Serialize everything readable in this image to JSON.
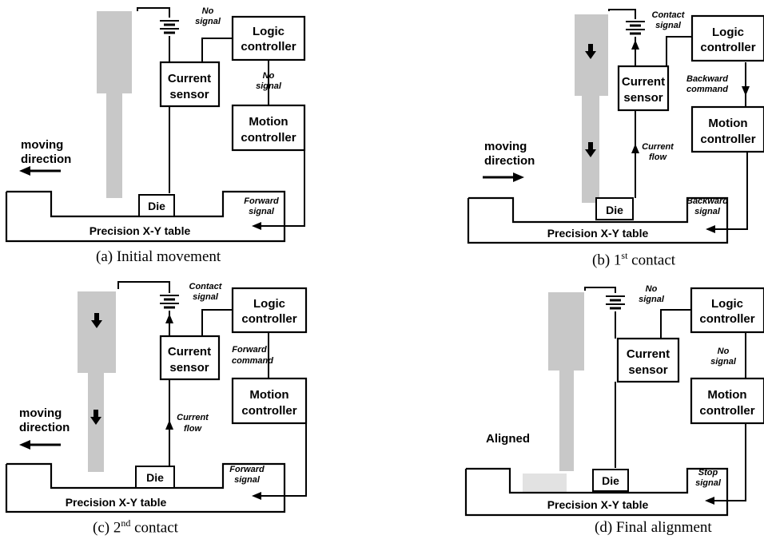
{
  "colors": {
    "probe": "#c8c8c8",
    "probe_dark": "#b4b4b4",
    "line": "#000000"
  },
  "common": {
    "current_sensor": [
      "Current",
      "sensor"
    ],
    "logic_controller": [
      "Logic",
      "controller"
    ],
    "motion_controller": [
      "Motion",
      "controller"
    ],
    "die": "Die",
    "table": "Precision X-Y table"
  },
  "panels": {
    "a": {
      "caption_label": "(a)",
      "caption_text": "Initial movement",
      "top_signal": [
        "No",
        "signal"
      ],
      "mid_signal": [
        "No",
        "signal"
      ],
      "bottom_signal": [
        "Forward",
        "signal"
      ],
      "moving": [
        "moving",
        "direction"
      ],
      "arrow": "left"
    },
    "b": {
      "caption_label": "(b)",
      "caption_num": "1",
      "caption_sup": "st",
      "caption_text": "contact",
      "top_signal": [
        "Contact",
        "signal"
      ],
      "mid_signal": [
        "Backward",
        "command"
      ],
      "bottom_signal": [
        "Backward",
        "signal"
      ],
      "current_flow": [
        "Current",
        "flow"
      ],
      "moving": [
        "moving",
        "direction"
      ],
      "arrow": "right"
    },
    "c": {
      "caption_label": "(c)",
      "caption_num": "2",
      "caption_sup": "nd",
      "caption_text": "contact",
      "top_signal": [
        "Contact",
        "signal"
      ],
      "mid_signal": [
        "Forward",
        "command"
      ],
      "bottom_signal": [
        "Forward",
        "signal"
      ],
      "current_flow": [
        "Current",
        "flow"
      ],
      "moving": [
        "moving",
        "direction"
      ],
      "arrow": "left"
    },
    "d": {
      "caption_label": "(d)",
      "caption_text": "Final alignment",
      "top_signal": [
        "No",
        "signal"
      ],
      "mid_signal": [
        "No",
        "signal"
      ],
      "bottom_signal": [
        "Stop",
        "signal"
      ],
      "aligned": "Aligned"
    }
  }
}
